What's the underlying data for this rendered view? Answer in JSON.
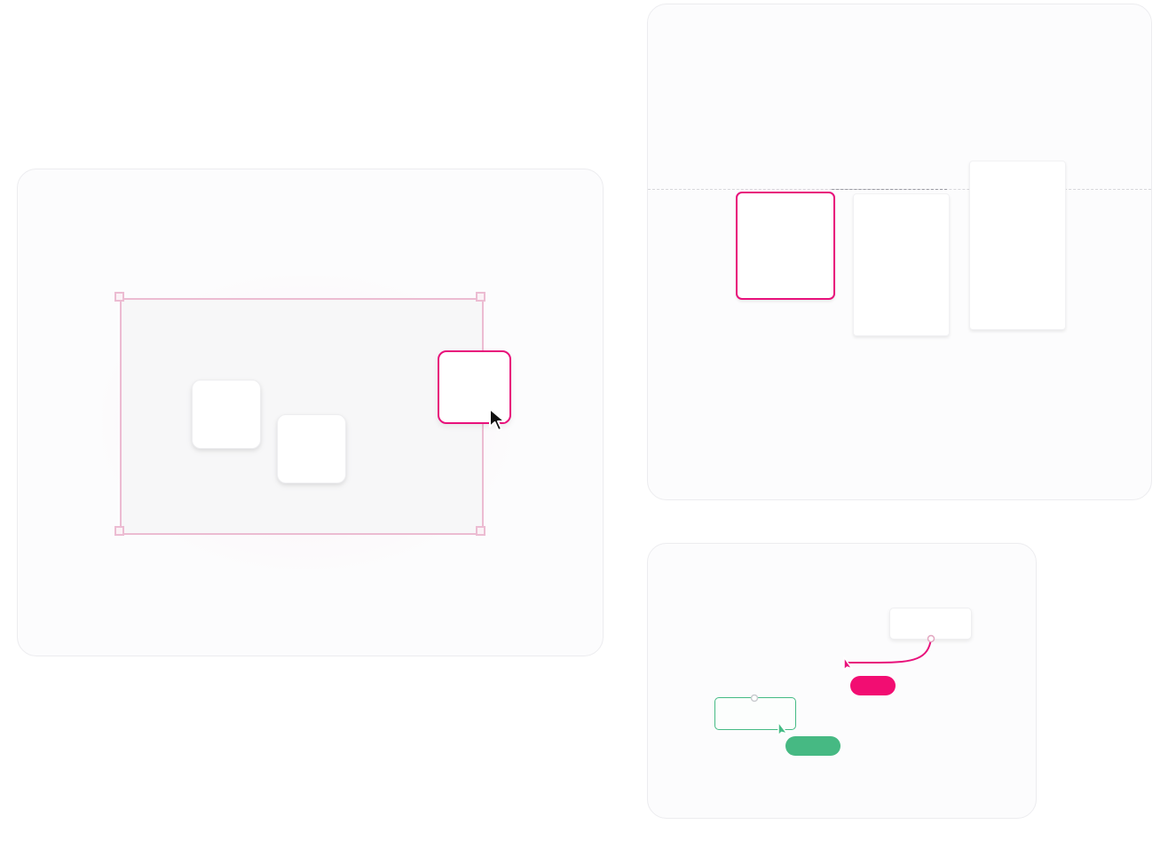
{
  "theme": {
    "accent_pink": "#e8117b",
    "accent_green": "#45bb85",
    "selection_outline": "#ecbcd2",
    "panel_background": "#fcfcfd"
  },
  "panels": {
    "selection": {
      "cursor_icon": "arrow-cursor-icon",
      "cards": [
        "card-1",
        "card-2",
        "card-selected"
      ]
    },
    "alignment": {
      "columns": [
        "column-selected",
        "column-2",
        "column-3"
      ]
    },
    "connectors": {
      "pink_pill_label": "",
      "green_pill_label": "",
      "cursor_icons": [
        "pink-cursor-icon",
        "green-cursor-icon"
      ]
    }
  }
}
